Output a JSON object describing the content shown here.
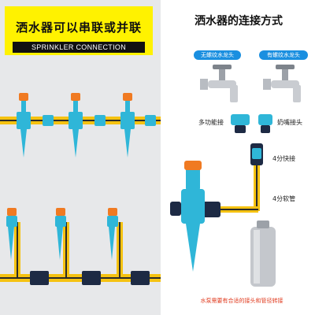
{
  "left": {
    "title": "洒水器可以串联或并联",
    "subtitle": "SPRINKLER CONNECTION"
  },
  "right": {
    "title": "洒水器的连接方式",
    "tag_no_thread": "无螺纹水龙头",
    "tag_thread": "有螺纹水龙头",
    "label_multi": "多功能接",
    "label_nipple": "奶嘴接头",
    "label_quick": "4分快接",
    "label_hose": "4分软管",
    "footer": "水泵需要有合适的接头和管径转接"
  },
  "colors": {
    "banner": "#fff200",
    "pipe_yellow": "#f5c211",
    "pipe_stripe": "#2a2a2a",
    "fitting_blue": "#2fb6d8",
    "fitting_dark": "#1d2a44",
    "nozzle_orange": "#f07a22",
    "tag_blue": "#1a8fe0",
    "footer_red": "#e03a1e"
  }
}
